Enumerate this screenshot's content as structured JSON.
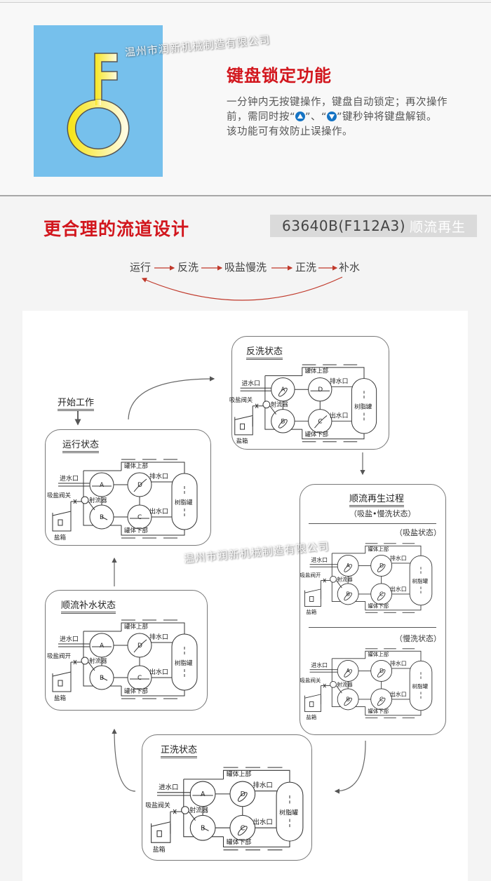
{
  "watermark": "温州市润新机械制造有限公司",
  "keyboard_lock": {
    "title": "键盘锁定功能",
    "desc_line1": "一分钟内无按键操作，键盘自动锁定；再次操作",
    "desc_line2_pre": "前，需同时按“",
    "desc_line2_mid": "”、“",
    "desc_line2_post": "”键秒钟将键盘解锁。",
    "desc_line3": "该功能可有效防止误操作。",
    "up_key_icon": "up-arrow-button-icon",
    "down_key_icon": "down-arrow-button-icon",
    "icon_bg_color": "#76c0ec",
    "key_color": "#f9ee6a",
    "title_color": "#d2161d"
  },
  "flow_design": {
    "title": "更合理的流道设计",
    "model_code": "63640B(F112A3)",
    "model_mode": "顺流再生",
    "cycle_steps": [
      "运行",
      "反洗",
      "吸盐慢洗",
      "正洗",
      "补水"
    ],
    "arrow_color": "#c0392b"
  },
  "diagram": {
    "start_label": "开始工作",
    "labels": {
      "inlet": "进水口",
      "drain": "排水口",
      "outlet": "出水口",
      "tank_top": "罐体上部",
      "tank_bottom": "罐体下部",
      "injector": "射流器",
      "resin_tank": "树脂罐",
      "brine_box": "盐箱",
      "valve_a": "A",
      "valve_b": "B",
      "valve_c": "C",
      "valve_d": "D"
    },
    "stages": {
      "service": {
        "title": "运行状态",
        "brine_valve": "吸盐阀关"
      },
      "backwash": {
        "title": "反洗状态",
        "brine_valve": "吸盐阀关"
      },
      "regen": {
        "title": "顺流再生过程",
        "subtitle": "（吸盐•慢洗状态）",
        "brine_draw": {
          "title": "（吸盐状态）",
          "brine_valve": "吸盐阀开"
        },
        "slow_rinse": {
          "title": "（慢洗状态）",
          "brine_valve": "吸盐阀关"
        }
      },
      "refill": {
        "title": "顺流补水状态",
        "brine_valve": "吸盐阀开"
      },
      "fast_rinse": {
        "title": "正洗状态",
        "brine_valve": "吸盐阀关"
      }
    }
  }
}
